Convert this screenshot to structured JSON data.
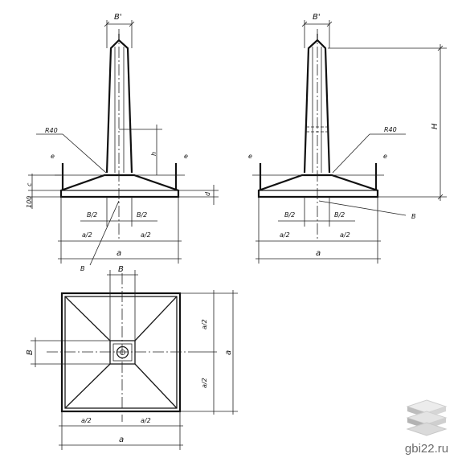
{
  "labels": {
    "b_prime": "B'",
    "r40": "R40",
    "h": "h",
    "e": "e",
    "c": "c",
    "d": "d",
    "hundred": "100",
    "b_half": "B/2",
    "a_half": "a/2",
    "a": "a",
    "b": "B",
    "H": "H"
  },
  "watermark": {
    "site": "gbi22.ru",
    "logo_icon": "stacked-slabs-logo"
  }
}
